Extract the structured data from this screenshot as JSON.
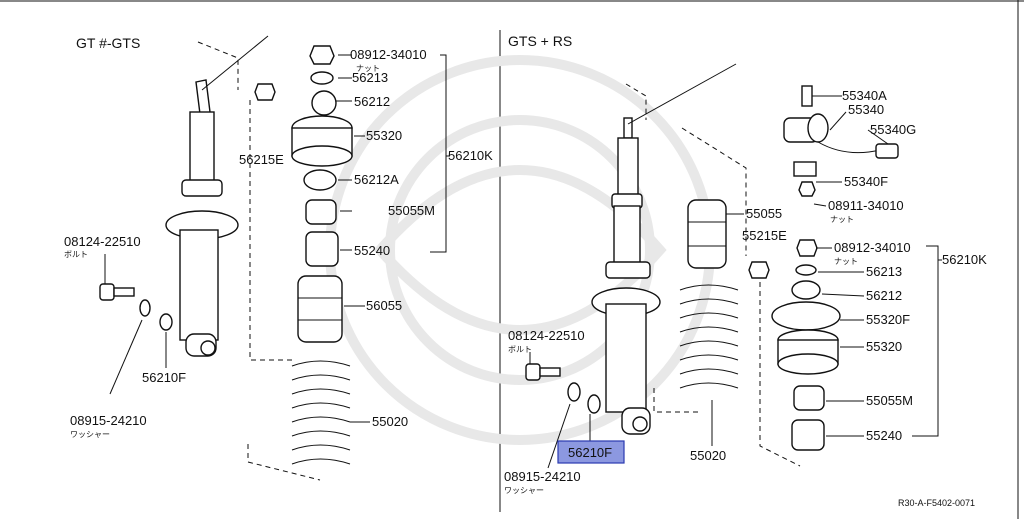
{
  "headers": {
    "left": "GT #-GTS",
    "right": "GTS + RS"
  },
  "left": {
    "labels": {
      "nut_pn": "08912-34010",
      "nut_jp": "ナット",
      "p56213": "56213",
      "p56212": "56212",
      "p55320": "55320",
      "p56215E": "56215E",
      "p56210K": "56210K",
      "p56212A": "56212A",
      "p55055M": "55055M",
      "p55240": "55240",
      "bolt_pn": "08124-22510",
      "bolt_jp": "ボルト",
      "p56055": "56055",
      "p56210F": "56210F",
      "washer_pn": "08915-24210",
      "washer_jp": "ワッシャー",
      "p55020": "55020"
    }
  },
  "right": {
    "labels": {
      "p55340A": "55340A",
      "p55340": "55340",
      "p55340G": "55340G",
      "p55340F": "55340F",
      "nut1_pn": "08911-34010",
      "nut1_jp": "ナット",
      "p55055": "55055",
      "p55215E": "55215E",
      "nut2_pn": "08912-34010",
      "nut2_jp": "ナット",
      "p56210K": "56210K",
      "p56213": "56213",
      "p56212": "56212",
      "p55320F": "55320F",
      "p55320": "55320",
      "bolt_pn": "08124-22510",
      "bolt_jp": "ボルト",
      "p56210F": "56210F",
      "p55020": "55020",
      "p55055M": "55055M",
      "p55240": "55240",
      "washer_pn": "08915-24210",
      "washer_jp": "ワッシャー"
    }
  },
  "ref_code": "R30-A-F5402-0071",
  "colors": {
    "highlight_fill": "#8c98e0",
    "highlight_stroke": "#2a3ab0",
    "ink": "#111111"
  }
}
